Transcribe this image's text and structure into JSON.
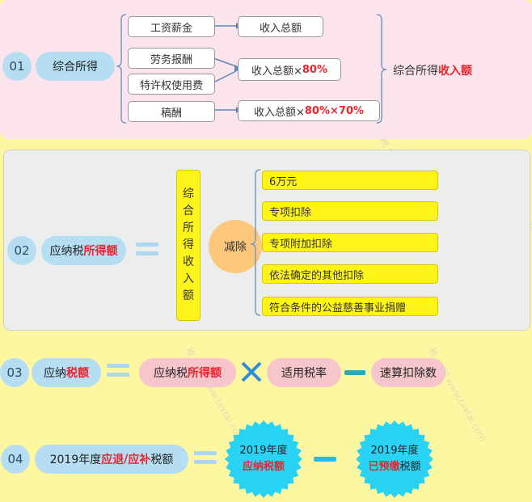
{
  "section1": {
    "num": "01",
    "title": "综合所得",
    "items": [
      "工资薪金",
      "劳务报酬",
      "特许权使用费",
      "稿酬"
    ],
    "results": {
      "r1": "收入总额",
      "r2_prefix": "收入总额×",
      "r2_red": "80%",
      "r3_prefix": "收入总额×",
      "r3_red": "80%×70%"
    },
    "summary_prefix": "综合所得",
    "summary_red": "收入额"
  },
  "section2": {
    "num": "02",
    "title_prefix": "应纳税",
    "title_red": "所得额",
    "vertical_chars": [
      "综",
      "合",
      "所",
      "得",
      "收",
      "入",
      "额"
    ],
    "minus_label": "减除",
    "deductions": [
      "6万元",
      "专项扣除",
      "专项附加扣除",
      "依法确定的其他扣除",
      "符合条件的公益慈善事业捐赠"
    ]
  },
  "section3": {
    "num": "03",
    "title_prefix": "应纳",
    "title_red": "税额",
    "term1_prefix": "应纳税",
    "term1_red": "所得额",
    "term2": "适用税率",
    "term3": "速算扣除数"
  },
  "section4": {
    "num": "04",
    "title_a": "2019年度",
    "title_red1": "应退",
    "title_slash": "/",
    "title_red2": "应补",
    "title_b": "税额",
    "star1_line1": "2019年度",
    "star1_line2": "应纳税额",
    "star2_line1": "2019年度",
    "star2_red": "已预缴",
    "star2_tail": "税额"
  },
  "watermark": "税 台 网 www.taxtai.com",
  "colors": {
    "accent_red": "#e8252d",
    "pill_blue": "#b5def3",
    "pill_pink": "#f6c6cc",
    "yellow_box": "#fff41a",
    "star_blue": "#29d3f5",
    "cross_blue": "#2a8fd6",
    "minus_teal": "#2ba8b5"
  }
}
